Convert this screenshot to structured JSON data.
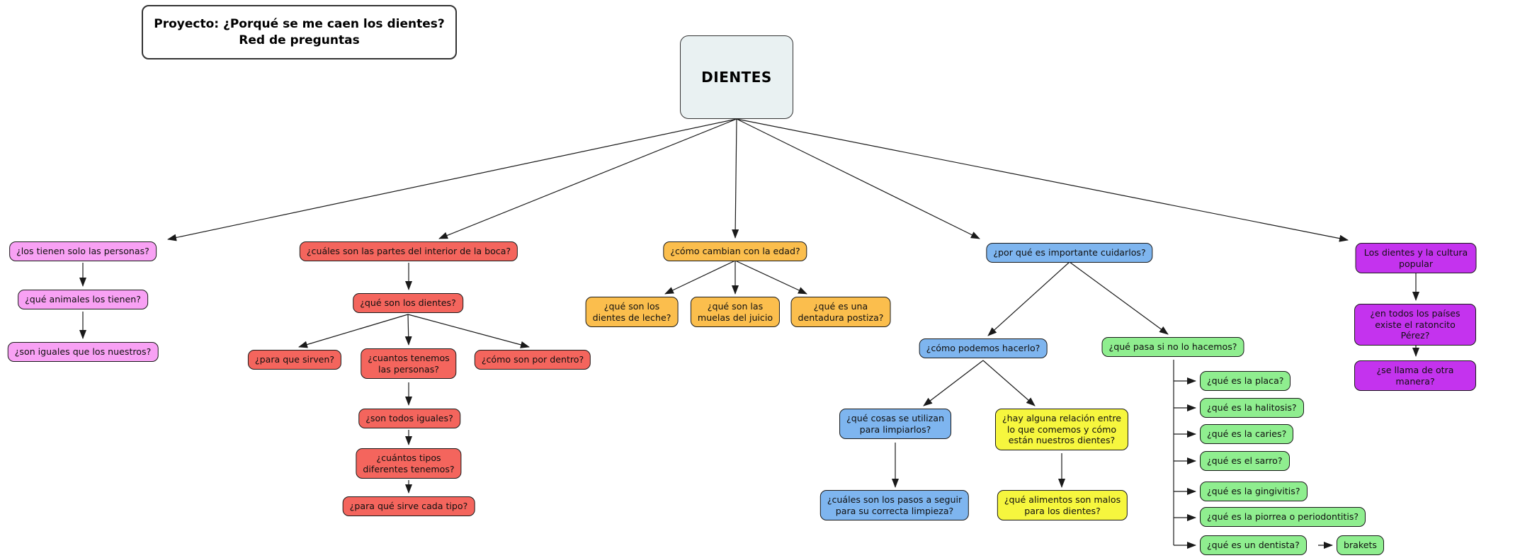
{
  "title": {
    "text": "Proyecto: ¿Porqué se me caen los dientes?\nRed de preguntas"
  },
  "root": {
    "label": "DIENTES"
  },
  "palette": {
    "background": "#ffffff",
    "root_fill": "#e9f1f2",
    "pink": "#f8a1f4",
    "red": "#f4655d",
    "orange": "#fbbe4d",
    "blue": "#7eb5ef",
    "green": "#8fee8f",
    "yellow": "#f6f63e",
    "purple": "#c433ee",
    "node_border": "#1a1a1a",
    "edge": "#1a1a1a"
  },
  "nodes": {
    "p1": {
      "label": "¿los tienen solo las personas?"
    },
    "p2": {
      "label": "¿qué animales los tienen?"
    },
    "p3": {
      "label": "¿son iguales que los nuestros?"
    },
    "r1": {
      "label": "¿cuáles son las partes del interior de la boca?"
    },
    "r2": {
      "label": "¿qué son los dientes?"
    },
    "r3": {
      "label": "¿para que sirven?"
    },
    "r4": {
      "label": "¿cuantos tenemos\nlas personas?"
    },
    "r5": {
      "label": "¿cómo son por dentro?"
    },
    "r6": {
      "label": "¿son todos iguales?"
    },
    "r7": {
      "label": "¿cuántos tipos\ndiferentes tenemos?"
    },
    "r8": {
      "label": "¿para qué sirve cada tipo?"
    },
    "o1": {
      "label": "¿cómo cambian con la edad?"
    },
    "o2": {
      "label": "¿qué son los\ndientes de leche?"
    },
    "o3": {
      "label": "¿qué son las\nmuelas del juicio"
    },
    "o4": {
      "label": "¿qué es una\ndentadura postiza?"
    },
    "b1": {
      "label": "¿por qué es importante cuidarlos?"
    },
    "b2": {
      "label": "¿cómo podemos hacerlo?"
    },
    "b3": {
      "label": "¿qué cosas se utilizan\npara limpiarlos?"
    },
    "b4": {
      "label": "¿cuáles son los pasos a seguir\npara su correcta limpieza?"
    },
    "y1": {
      "label": "¿hay alguna relación entre\nlo que comemos y cómo\nestán nuestros dientes?"
    },
    "y2": {
      "label": "¿qué alimentos son malos\npara los dientes?"
    },
    "g0": {
      "label": "¿qué pasa si no lo hacemos?"
    },
    "gl1": {
      "label": "¿qué es la placa?"
    },
    "gl2": {
      "label": "¿qué es la halitosis?"
    },
    "gl3": {
      "label": "¿qué es la caries?"
    },
    "gl4": {
      "label": "¿qué es el sarro?"
    },
    "gl5": {
      "label": "¿qué es la gingivitis?"
    },
    "gl6": {
      "label": "¿qué es la piorrea o periodontitis?"
    },
    "gl7": {
      "label": "¿qué es un dentista?"
    },
    "gl8": {
      "label": "brakets"
    },
    "v1": {
      "label": "Los dientes y la cultura popular"
    },
    "v2": {
      "label": "¿en todos los países existe el ratoncito Pérez?"
    },
    "v3": {
      "label": "¿se llama de otra manera?"
    }
  }
}
